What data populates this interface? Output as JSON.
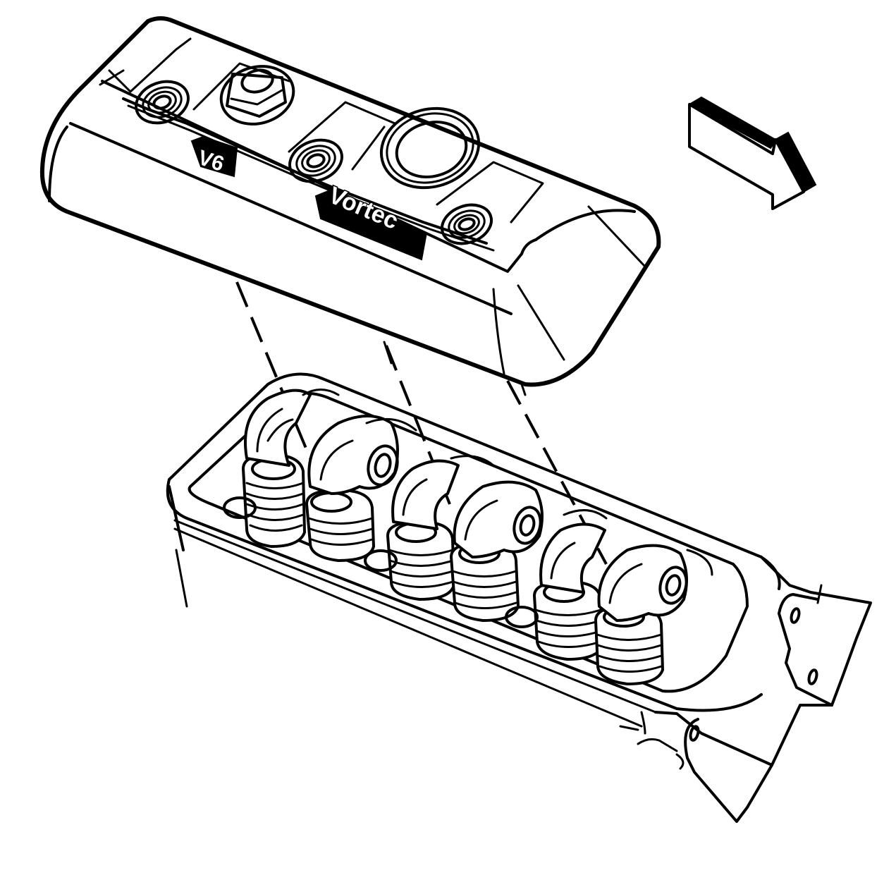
{
  "diagram": {
    "type": "exploded-view line illustration",
    "components": {
      "valve_cover": {
        "label": "valve-cover",
        "emboss_engine": "V6",
        "emboss_brand": "Vortec",
        "bolt_bosses": 3,
        "oil_fill_opening": 1,
        "pcv_grommet": 1
      },
      "cylinder_head": {
        "label": "cylinder-head",
        "rocker_arms": 6,
        "valve_springs": 6,
        "mounting_tabs": 2
      },
      "alignment_lines": 3,
      "direction_arrow": {
        "label": "front-of-engine-arrow",
        "direction": "down-right"
      }
    },
    "colors": {
      "line": "#000000",
      "background": "#ffffff"
    }
  }
}
